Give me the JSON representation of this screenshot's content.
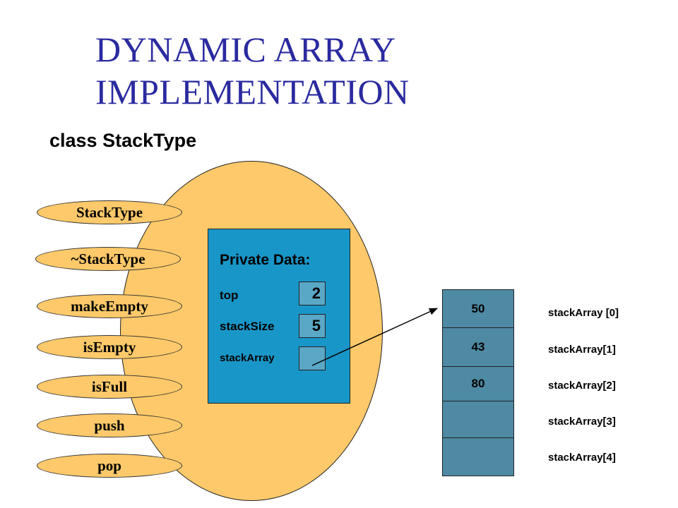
{
  "title": {
    "line1": "DYNAMIC ARRAY",
    "line2": "IMPLEMENTATION"
  },
  "class_label": "class StackType",
  "methods": [
    "StackType",
    "~StackType",
    "makeEmpty",
    "isEmpty",
    "isFull",
    "push",
    "pop"
  ],
  "private_data": {
    "heading": "Private Data:",
    "fields": [
      {
        "label": "top",
        "value": "2"
      },
      {
        "label": "stackSize",
        "value": "5"
      },
      {
        "label": "stackArray",
        "value": ""
      }
    ]
  },
  "array": {
    "cells": [
      "50",
      "43",
      "80",
      "",
      ""
    ],
    "labels": [
      "stackArray [0]",
      "stackArray[1]",
      "stackArray[2]",
      "stackArray[3]",
      "stackArray[4]"
    ]
  },
  "colors": {
    "title": "#2a2aa0",
    "blob": "#fdc96a",
    "private_box": "#1996c8",
    "array": "#4e8aa3"
  }
}
